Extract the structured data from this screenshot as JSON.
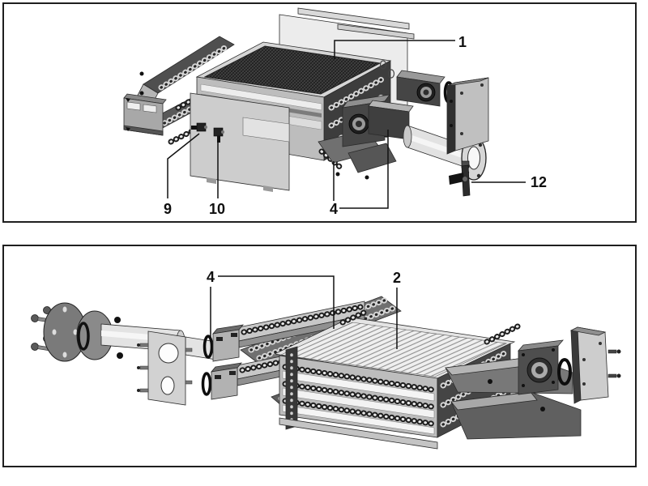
{
  "figure": {
    "type": "exploded-parts-diagram",
    "colors": {
      "background": "#ffffff",
      "panel_border": "#1f1f1f",
      "leader_line": "#111111",
      "callout_text": "#0f0f0f",
      "metal_light": "#d6d6d6",
      "metal_dark": "#3d3d3d"
    },
    "panels": [
      {
        "id": "top-exploded-view",
        "callouts": [
          {
            "label": "1"
          },
          {
            "label": "9"
          },
          {
            "label": "10"
          },
          {
            "label": "4"
          },
          {
            "label": "12"
          }
        ]
      },
      {
        "id": "bottom-exploded-view",
        "callouts": [
          {
            "label": "4"
          },
          {
            "label": "2"
          }
        ]
      }
    ]
  }
}
